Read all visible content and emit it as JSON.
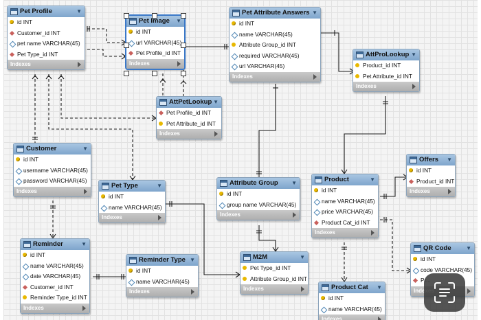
{
  "indexes_label": "Indexes",
  "tables": {
    "pet_profile": {
      "title": "Pet Profile",
      "fields": [
        "id INT",
        "Customer_id INT",
        "pet name VARCHAR(45)",
        "Pet Type_id INT"
      ]
    },
    "pet_image": {
      "title": "Pet Image",
      "fields": [
        "id INT",
        "url VARCHAR(45)",
        "Pet Profile_id INT"
      ]
    },
    "pet_attribute_answers": {
      "title": "Pet Attribute Answers",
      "fields": [
        "id INT",
        "name VARCHAR(45)",
        "Attribute Group_id INT",
        "required VARCHAR(45)",
        "url VARCHAR(45)"
      ]
    },
    "att_pro_lookup": {
      "title": "AttProLookup",
      "fields": [
        "Product_id INT",
        "Pet Attribute_id INT"
      ]
    },
    "att_pet_lookup": {
      "title": "AttPetLookup",
      "fields": [
        "Pet Profile_id INT",
        "Pet Attribute_id INT"
      ]
    },
    "customer": {
      "title": "Customer",
      "fields": [
        "id INT",
        "username VARCHAR(45)",
        "password VARCHAR(45)"
      ]
    },
    "pet_type": {
      "title": "Pet Type",
      "fields": [
        "id INT",
        "name VARCHAR(45)"
      ]
    },
    "attribute_group": {
      "title": "Attribute Group",
      "fields": [
        "id INT",
        "group name VARCHAR(45)"
      ]
    },
    "offers": {
      "title": "Offers",
      "fields": [
        "id INT",
        "Product_id INT"
      ]
    },
    "product": {
      "title": "Product",
      "fields": [
        "id INT",
        "name VARCHAR(45)",
        "price VARCHAR(45)",
        "Product Cat_id INT"
      ]
    },
    "reminder": {
      "title": "Reminder",
      "fields": [
        "id INT",
        "name VARCHAR(45)",
        "date VARCHAR(45)",
        "Customer_id INT",
        "Reminder Type_id INT"
      ]
    },
    "reminder_type": {
      "title": "Reminder Type",
      "fields": [
        "id INT",
        "name VARCHAR(45)"
      ]
    },
    "m2m": {
      "title": "M2M",
      "fields": [
        "Pet Type_id INT",
        "Attribute Group_id INT"
      ]
    },
    "qr_code": {
      "title": "QR Code",
      "fields": [
        "id INT",
        "code VARCHAR(45)",
        "Pr..."
      ]
    },
    "product_cat": {
      "title": "Product Cat",
      "fields": [
        "id INT",
        "name VARCHAR(45)"
      ]
    }
  },
  "icons": {
    "overlay": "text-scan-icon"
  }
}
